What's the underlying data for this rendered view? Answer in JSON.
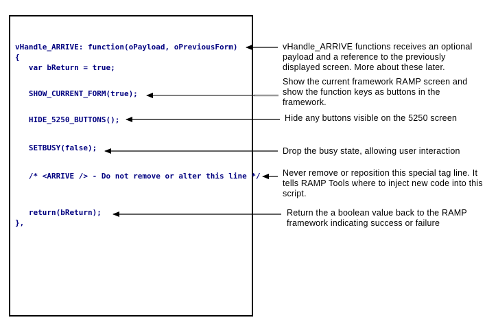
{
  "figure": {
    "description_role": "annotated-code-figure"
  },
  "code_block": {
    "lines": [
      "vHandle_ARRIVE: function(oPayload, oPreviousForm)",
      "{",
      "   var bReturn = true;",
      "   SHOW_CURRENT_FORM(true);",
      "   HIDE_5250_BUTTONS();",
      "   SETBUSY(false);",
      "   /* <ARRIVE /> - Do not remove or alter this line */",
      "   return(bReturn);",
      "},"
    ]
  },
  "annotations": [
    {
      "text": "vHandle_ARRIVE functions receives an optional\npayload and a reference to the previously\ndisplayed screen. More about these later."
    },
    {
      "text": "Show the current framework RAMP screen and\nshow the function keys as buttons in the\nframework."
    },
    {
      "text": "Hide any buttons visible on the 5250 screen"
    },
    {
      "text": "Drop the busy state, allowing user interaction"
    },
    {
      "text": "Never remove or reposition this special tag line. It\ntells RAMP Tools where to inject new code into this\nscript."
    },
    {
      "text": "Return the a boolean value back to the RAMP\nframework indicating success or failure"
    }
  ],
  "colors": {
    "code_text": "#000080",
    "annotation_text": "#000000",
    "arrow": "#000000",
    "arrow_dark": "#333333",
    "arrow_gray_segment": "#999999",
    "box_border": "#000000",
    "background": "#ffffff"
  }
}
